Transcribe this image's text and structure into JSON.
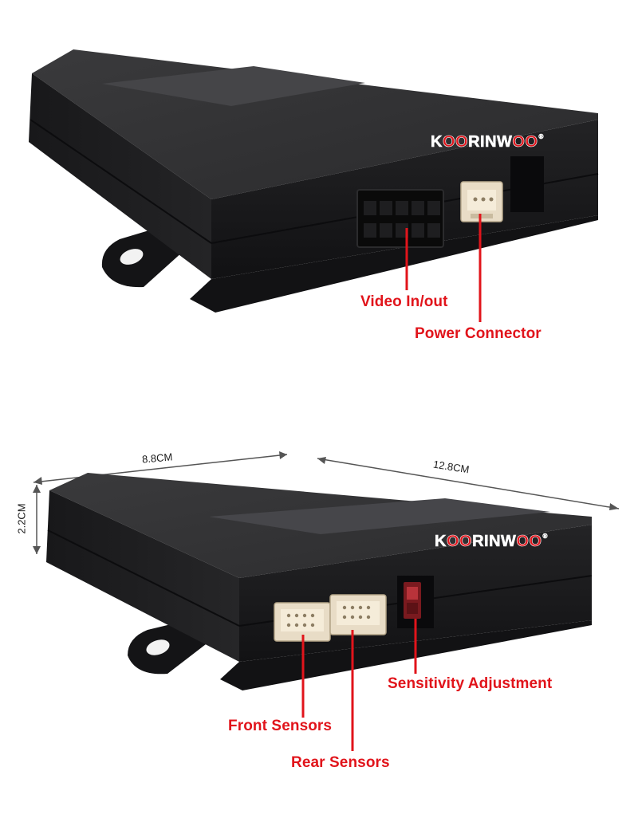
{
  "brand": {
    "prefix": "K",
    "oo1": "OO",
    "mid": "RINW",
    "oo2": "OO",
    "mark": "®"
  },
  "top_photo": {
    "callouts": {
      "video": "Video In/out",
      "power": "Power Connector"
    }
  },
  "bottom_photo": {
    "dimensions": {
      "width": "8.8CM",
      "length": "12.8CM",
      "height": "2.2CM"
    },
    "callouts": {
      "sensitivity": "Sensitivity Adjustment",
      "front": "Front Sensors",
      "rear": "Rear Sensors"
    }
  },
  "colors": {
    "callout": "#e1141b",
    "device": "#1c1c1e",
    "background": "#ffffff"
  }
}
